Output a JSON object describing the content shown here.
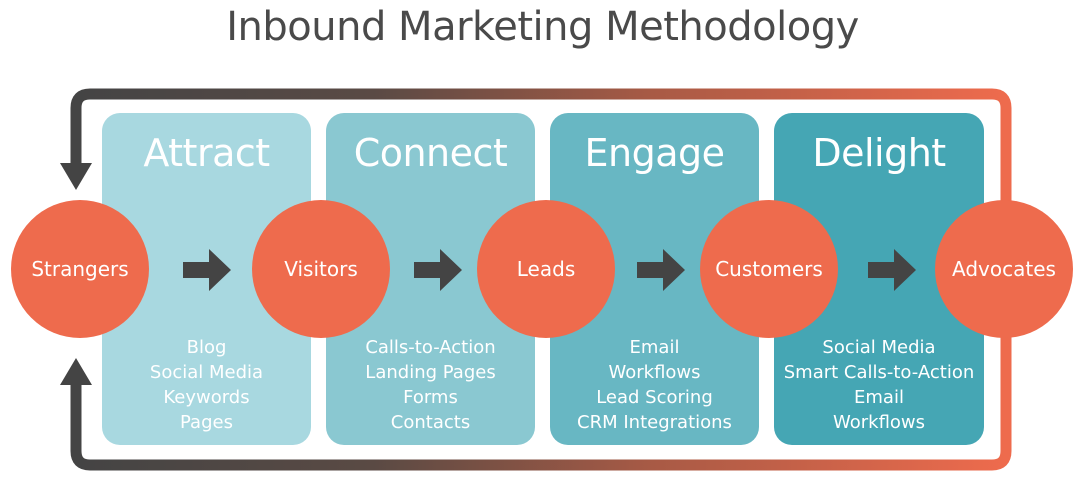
{
  "title": "Inbound Marketing Methodology",
  "colors": {
    "circle": "#ee6b4d",
    "loop_dark": "#444444",
    "loop_accent": "#ee6b4d",
    "arrow": "#444444",
    "text": "#4a4a4a"
  },
  "stages": [
    {
      "name": "Attract",
      "color": "#a8d8e0",
      "tools": [
        "Blog",
        "Social Media",
        "Keywords",
        "Pages"
      ]
    },
    {
      "name": "Connect",
      "color": "#8ac8d1",
      "tools": [
        "Calls-to-Action",
        "Landing Pages",
        "Forms",
        "Contacts"
      ]
    },
    {
      "name": "Engage",
      "color": "#68b7c3",
      "tools": [
        "Email",
        "Workflows",
        "Lead Scoring",
        "CRM Integrations"
      ]
    },
    {
      "name": "Delight",
      "color": "#45a6b4",
      "tools": [
        "Social Media",
        "Smart Calls-to-Action",
        "Email",
        "Workflows"
      ]
    }
  ],
  "nodes": [
    "Strangers",
    "Visitors",
    "Leads",
    "Customers",
    "Advocates"
  ]
}
